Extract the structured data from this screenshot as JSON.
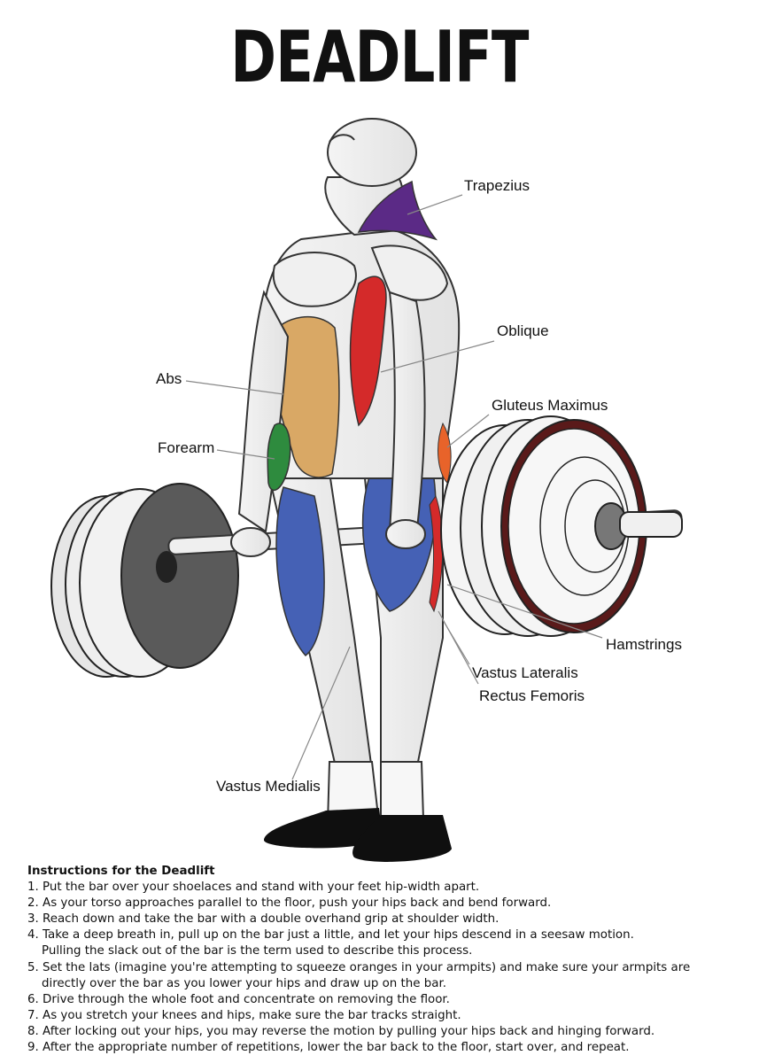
{
  "title": "DEADLIFT",
  "labels": {
    "trapezius": "Trapezius",
    "oblique": "Oblique",
    "abs": "Abs",
    "gluteus_maximus": "Gluteus Maximus",
    "forearm": "Forearm",
    "hamstrings": "Hamstrings",
    "vastus_lateralis": "Vastus Lateralis",
    "rectus_femoris": "Rectus Femoris",
    "vastus_medialis": "Vastus Medialis"
  },
  "colors": {
    "trapezius": "#5b2a86",
    "oblique": "#d42a2a",
    "abs": "#d9a865",
    "gluteus": "#e8632a",
    "forearm": "#2e8b3e",
    "quads": "#4561b5",
    "plate_dark": "#5a5a5a",
    "plate_rim": "#5a1a1a"
  },
  "instructions": {
    "heading": "Instructions for the Deadlift",
    "steps": [
      [
        "1. Put the bar over your shoelaces and stand with your feet hip-width apart."
      ],
      [
        "2. As your torso approaches parallel to the floor, push your hips back and bend forward."
      ],
      [
        "3. Reach down and take the bar with a double overhand grip at shoulder width."
      ],
      [
        "4. Take a deep breath in, pull up on the bar just a little, and let your hips descend in a seesaw motion.",
        "Pulling the slack out of the bar is the term used to describe this process."
      ],
      [
        "5. Set the lats (imagine you're attempting to squeeze oranges in your armpits) and make sure your armpits are",
        "directly over the bar as you lower your hips and draw up on the bar."
      ],
      [
        "6. Drive through the whole foot and concentrate on removing the floor."
      ],
      [
        "7. As you stretch your knees and hips, make sure the bar tracks straight."
      ],
      [
        "8. After locking out your hips, you may reverse the motion by pulling your hips back and hinging forward."
      ],
      [
        "9. After the appropriate number of repetitions, lower the bar back to the floor, start over, and repeat."
      ]
    ]
  }
}
